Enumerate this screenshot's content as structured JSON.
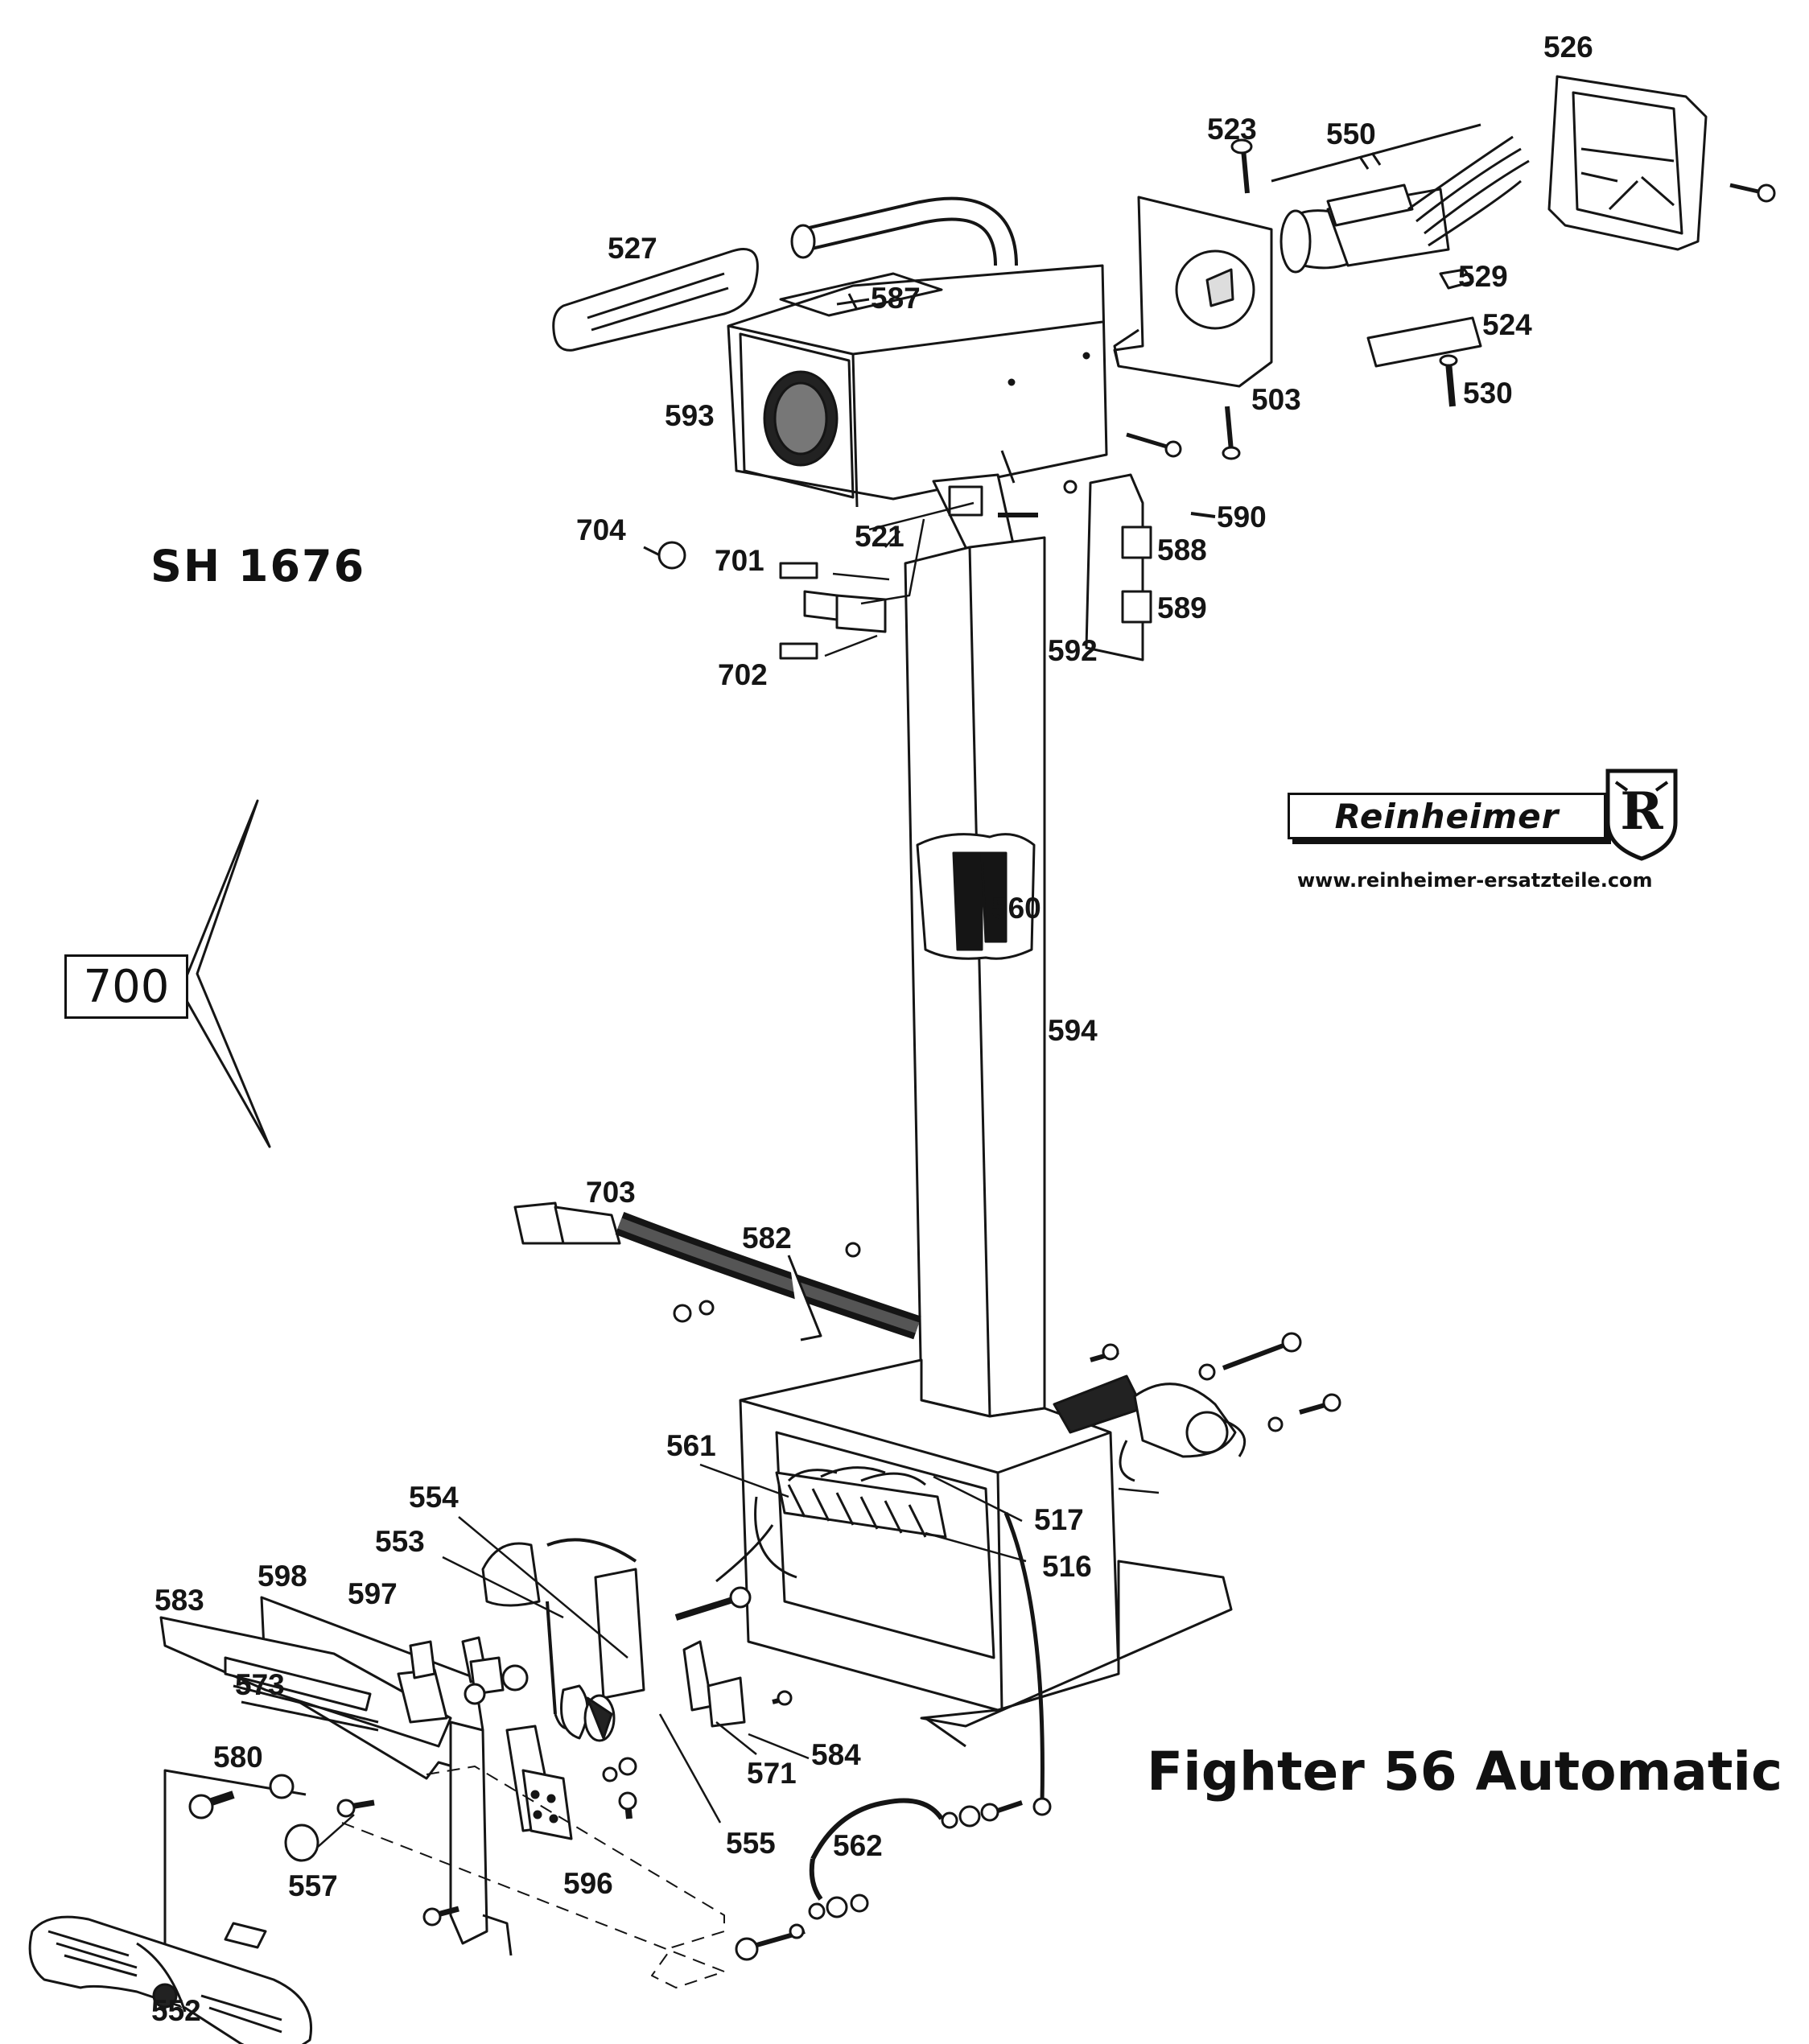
{
  "model_code": "SH 1676",
  "title": "Fighter 56 Automatic",
  "brand": {
    "name": "Reinheimer",
    "emblem_letter": "R",
    "website": "www.reinheimer-ersatzteile.com"
  },
  "group_number": "700",
  "part_labels": {
    "p526": "526",
    "p523": "523",
    "p550": "550",
    "p527": "527",
    "p587": "587",
    "p529": "529",
    "p524": "524",
    "p503": "503",
    "p530": "530",
    "p593": "593",
    "p590": "590",
    "p588": "588",
    "p589": "589",
    "p592": "592",
    "p704": "704",
    "p701": "701",
    "p521": "521",
    "p702": "702",
    "p560": "560",
    "p594": "594",
    "p703": "703",
    "p582": "582",
    "p561": "561",
    "p517": "517",
    "p516": "516",
    "p554": "554",
    "p553": "553",
    "p598": "598",
    "p597": "597",
    "p583": "583",
    "p573": "573",
    "p580": "580",
    "p571": "571",
    "p584": "584",
    "p562": "562",
    "p555": "555",
    "p557": "557",
    "p596": "596",
    "p552": "552"
  }
}
